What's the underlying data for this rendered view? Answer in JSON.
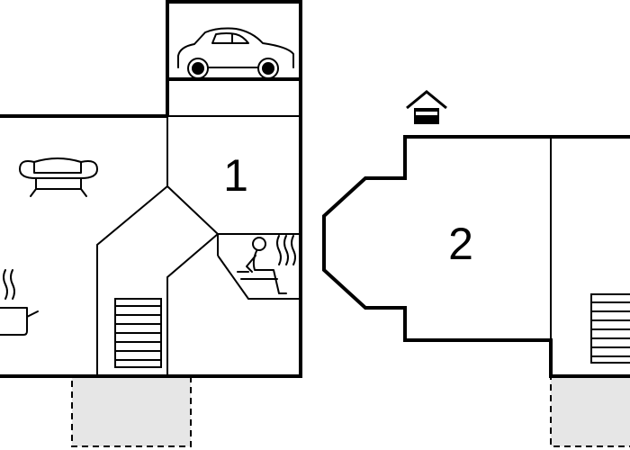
{
  "floors": [
    {
      "label": "1"
    },
    {
      "label": "2"
    }
  ],
  "icons": {
    "garage": "car-icon",
    "living": "sofa-icon",
    "kitchen": "cooking-pot-icon",
    "sauna": "sauna-icon",
    "entrance": "house-entrance-icon",
    "stairs": "stairs-icon",
    "terrace": "terrace-area"
  }
}
